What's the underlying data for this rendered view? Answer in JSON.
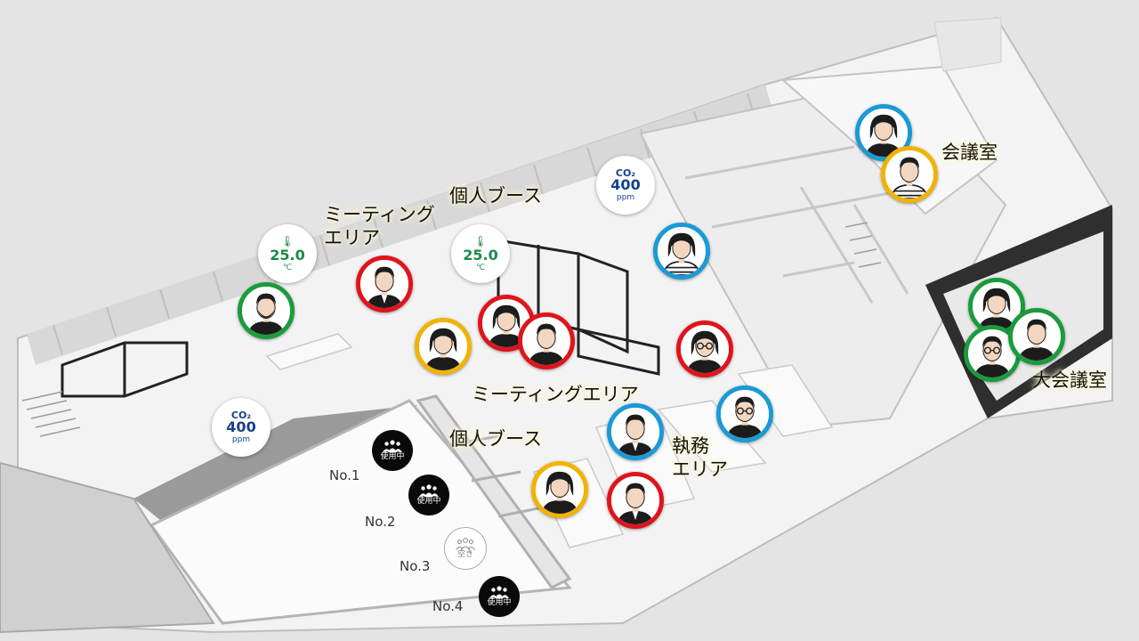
{
  "zones": {
    "meeting_area_1_line1": "ミーティング",
    "meeting_area_1_line2": "エリア",
    "booth_1": "個人ブース",
    "meeting_area_2": "ミーティングエリア",
    "booth_2": "個人ブース",
    "office_line1": "執務",
    "office_line2": "エリア",
    "meeting_room": "会議室",
    "large_meeting_room": "大会議室"
  },
  "sensors": [
    {
      "type": "temperature",
      "value": "25.0",
      "unit": "℃"
    },
    {
      "type": "co2",
      "label": "CO₂",
      "value": "400",
      "unit": "ppm"
    },
    {
      "type": "temperature",
      "value": "25.0",
      "unit": "℃"
    },
    {
      "type": "co2",
      "label": "CO₂",
      "value": "400",
      "unit": "ppm"
    }
  ],
  "booths": [
    {
      "no": "No.1",
      "status": "使用中",
      "state": "busy"
    },
    {
      "no": "No.2",
      "status": "使用中",
      "state": "busy"
    },
    {
      "no": "No.3",
      "status": "空き",
      "state": "free"
    },
    {
      "no": "No.4",
      "status": "使用中",
      "state": "busy"
    }
  ],
  "status_colors": {
    "red": "#e0141c",
    "blue": "#1a9ad6",
    "green": "#1a9b3c",
    "yellow": "#f2b300"
  },
  "people": [
    {
      "id": "p1",
      "status": "green",
      "person": "man-beard"
    },
    {
      "id": "p2",
      "status": "red",
      "person": "man-suit"
    },
    {
      "id": "p3",
      "status": "yellow",
      "person": "woman-short"
    },
    {
      "id": "p4",
      "status": "red",
      "person": "woman"
    },
    {
      "id": "p5",
      "status": "red",
      "person": "man"
    },
    {
      "id": "p6",
      "status": "blue",
      "person": "woman-striped"
    },
    {
      "id": "p7",
      "status": "red",
      "person": "woman-glasses"
    },
    {
      "id": "p8",
      "status": "blue",
      "person": "man-glasses"
    },
    {
      "id": "p9",
      "status": "blue",
      "person": "man-suit"
    },
    {
      "id": "p10",
      "status": "yellow",
      "person": "woman"
    },
    {
      "id": "p11",
      "status": "red",
      "person": "man-suit"
    },
    {
      "id": "p12",
      "status": "blue",
      "person": "woman"
    },
    {
      "id": "p13",
      "status": "yellow",
      "person": "man-striped"
    },
    {
      "id": "p14",
      "status": "green",
      "person": "woman"
    },
    {
      "id": "p15",
      "status": "green",
      "person": "man-glasses"
    },
    {
      "id": "p16",
      "status": "green",
      "person": "man"
    }
  ]
}
